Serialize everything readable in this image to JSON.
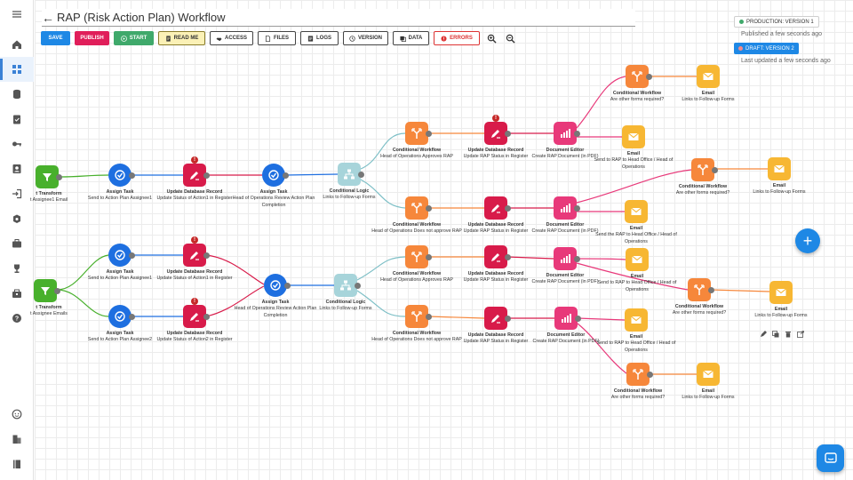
{
  "workflow_title": "RAP (Risk Action Plan) Workflow",
  "toolbar": {
    "save": "SAVE",
    "publish": "PUBLISH",
    "start": "START",
    "readme": "READ ME",
    "access": "ACCESS",
    "files": "FILES",
    "logs": "LOGS",
    "version": "VERSION",
    "data": "DATA",
    "errors": "ERRORS"
  },
  "status": {
    "production_label": "PRODUCTION: VERSION 1",
    "published_text": "Published a few seconds ago",
    "draft_label": "DRAFT: VERSION 2",
    "updated_text": "Last updated a few seconds ago"
  },
  "sidebar_icons": [
    "menu-icon",
    "home-icon",
    "apps-grid-icon",
    "database-icon",
    "clipboard-check-icon",
    "key-icon",
    "user-card-icon",
    "login-icon",
    "package-icon",
    "briefcase-icon",
    "trophy-icon",
    "toolbox-icon",
    "help-icon",
    "face-icon",
    "building-icon",
    "book-icon"
  ],
  "nodes": [
    {
      "id": "dt1",
      "title": "t Transform",
      "sub": "t Assignee1 Email"
    },
    {
      "id": "at1",
      "title": "Assign Task",
      "sub": "Send to Action Plan Assignee1"
    },
    {
      "id": "udr1",
      "title": "Update Database Record",
      "sub": "Update Status of Action1 in Register"
    },
    {
      "id": "at2",
      "title": "Assign Task",
      "sub": "Head of Operations Review Action Plan Completion"
    },
    {
      "id": "cl1",
      "title": "Conditional Logic",
      "sub": "Links to Follow-up Forms"
    },
    {
      "id": "cw1",
      "title": "Conditional Workflow",
      "sub": "Head of Operations Approves RAP"
    },
    {
      "id": "udr2",
      "title": "Update Database Record",
      "sub": "Update RAP Status in Register"
    },
    {
      "id": "de1",
      "title": "Document Editor",
      "sub": "Create RAP Document (in PDF)"
    },
    {
      "id": "cw2",
      "title": "Conditional Workflow",
      "sub": "Are other forms required?"
    },
    {
      "id": "em1",
      "title": "Email",
      "sub": "Links to Follow-up Forms"
    },
    {
      "id": "em2",
      "title": "Email",
      "sub": "Send to RAP to Head Office / Head of Operations"
    },
    {
      "id": "cw3",
      "title": "Conditional Workflow",
      "sub": "Head of Operations Does not approve RAP"
    },
    {
      "id": "udr3",
      "title": "Update Database Record",
      "sub": "Update RAP Status in Register"
    },
    {
      "id": "de2",
      "title": "Document Editor",
      "sub": "Create RAP Document (in PDF)"
    },
    {
      "id": "em3",
      "title": "Email",
      "sub": "Send the RAP to Head Office / Head of Operations"
    },
    {
      "id": "cw4",
      "title": "Conditional Workflow",
      "sub": "Are other forms required?"
    },
    {
      "id": "em4",
      "title": "Email",
      "sub": "Links to Follow-up Forms"
    },
    {
      "id": "dt2",
      "title": "t Transform",
      "sub": "t Assignee Emails"
    },
    {
      "id": "at3",
      "title": "Assign Task",
      "sub": "Send to Action Plan Assignee1"
    },
    {
      "id": "udr4",
      "title": "Update Database Record",
      "sub": "Update Status of Action1 in Register"
    },
    {
      "id": "at4",
      "title": "Assign Task",
      "sub": "Send to Action Plan Assignee2"
    },
    {
      "id": "udr5",
      "title": "Update Database Record",
      "sub": "Update Status of Action2 in Register"
    },
    {
      "id": "at5",
      "title": "Assign Task",
      "sub": "Head of Operations Review Action Plan Completion"
    },
    {
      "id": "cl2",
      "title": "Conditional Logic",
      "sub": "Links to Follow-up Forms"
    },
    {
      "id": "cw5",
      "title": "Conditional Workflow",
      "sub": "Head of Operations Approves RAP"
    },
    {
      "id": "udr6",
      "title": "Update Database Record",
      "sub": "Update RAP Status in Register"
    },
    {
      "id": "de3",
      "title": "Document Editor",
      "sub": "Create RAP Document (in PDF)"
    },
    {
      "id": "em5",
      "title": "Email",
      "sub": "Send to RAP to Head Office / Head of Operations"
    },
    {
      "id": "cw6",
      "title": "Conditional Workflow",
      "sub": "Are other forms required?"
    },
    {
      "id": "em6",
      "title": "Email",
      "sub": "Links to Follow-up Forms"
    },
    {
      "id": "cw7",
      "title": "Conditional Workflow",
      "sub": "Head of Operations Does not approve RAP"
    },
    {
      "id": "udr7",
      "title": "Update Database Record",
      "sub": "Update RAP Status in Register"
    },
    {
      "id": "de4",
      "title": "Document Editor",
      "sub": "Create RAP Document (in PDF)"
    },
    {
      "id": "em7",
      "title": "Email",
      "sub": "Send to RAP to Head Office / Head of Operations"
    },
    {
      "id": "cw8",
      "title": "Conditional Workflow",
      "sub": "Are other forms required?"
    },
    {
      "id": "em8",
      "title": "Email",
      "sub": "Links to Follow-up Forms"
    }
  ],
  "colors": {
    "accent": "#1e88e5",
    "publish": "#e01e5a",
    "start": "#3fa96b",
    "assign_task": "#1e6fe0",
    "update_record": "#d81b4a",
    "conditional": "#f6873b",
    "document": "#e8397a",
    "email": "#f7b733",
    "logic": "#a7d4da"
  }
}
